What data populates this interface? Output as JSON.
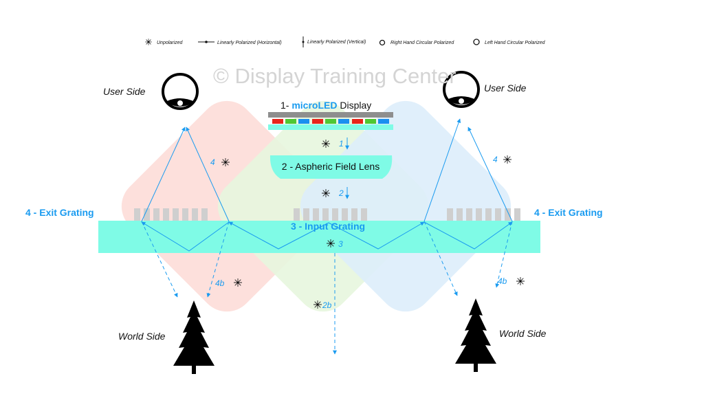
{
  "legend": [
    {
      "icon": "unpolarized-icon",
      "label": "Unpolarized"
    },
    {
      "icon": "linear-horizontal-icon",
      "label": "Linearly Polarized (Horizontal)"
    },
    {
      "icon": "linear-vertical-icon",
      "label": "Linearly Polarized (Vertical)"
    },
    {
      "icon": "rhc-icon",
      "label": "Right Hand Circular Polarized"
    },
    {
      "icon": "lhc-icon",
      "label": "Left Hand Circular Polarized"
    }
  ],
  "watermark": "© Display Training Center",
  "display": {
    "prefix": "1- ",
    "highlight": "microLED",
    "suffix": " Display"
  },
  "lens": "2 - Aspheric Field Lens",
  "input_grating": "3 - Input Grating",
  "exit_grating_left": "4 - Exit Grating",
  "exit_grating_right": "4 - Exit Grating",
  "user_side_left": "User Side",
  "user_side_right": "User Side",
  "world_side_left": "World Side",
  "world_side_right": "World Side",
  "ray_labels": {
    "r1": "1",
    "r2": "2",
    "r3": "3",
    "r4l": "4",
    "r4r": "4",
    "r4bl": "4b",
    "r4br": "4b",
    "r2b": "2b"
  },
  "colors": {
    "accent": "#1a9bf0",
    "waveguide": "#7ffbe6",
    "red": "#fde0dc",
    "green": "#e7f6de",
    "blue": "#ddedfb"
  }
}
